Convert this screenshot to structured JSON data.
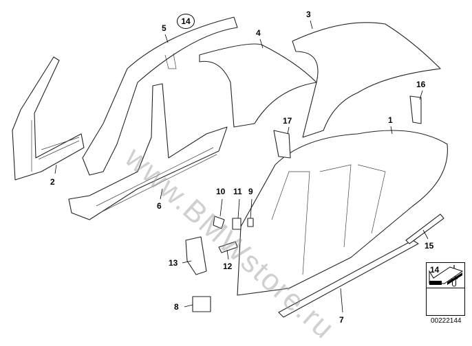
{
  "diagram": {
    "callouts": [
      "1",
      "2",
      "3",
      "4",
      "5",
      "6",
      "7",
      "8",
      "9",
      "10",
      "11",
      "12",
      "13",
      "15",
      "16",
      "17"
    ],
    "circled_callout": "14",
    "watermark": "www.BMWstore.ru",
    "legend_box": {
      "part_number": "14"
    },
    "image_code": "00222144"
  }
}
